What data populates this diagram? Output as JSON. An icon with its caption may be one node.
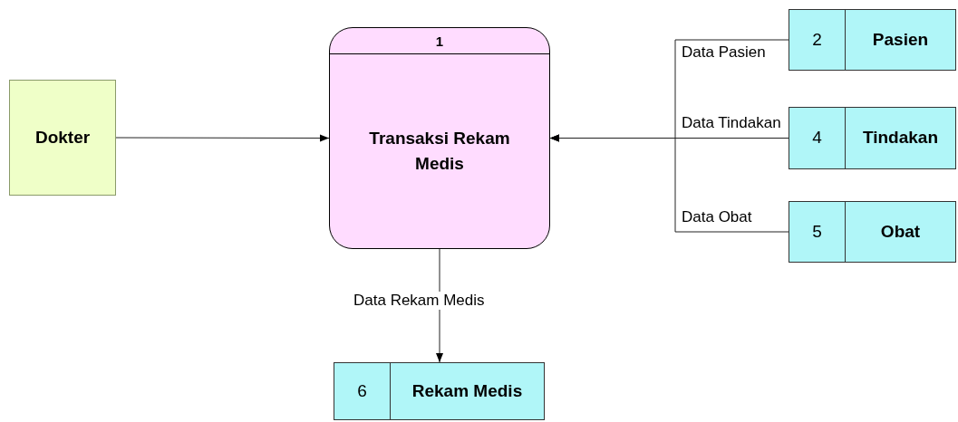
{
  "diagram": {
    "nodes": [
      {
        "text": [
          "Dokter"
        ]
      },
      {
        "text": [
          "1",
          "Transaksi Rekam Medis"
        ]
      },
      {
        "text": [
          "2",
          "Pasien"
        ]
      },
      {
        "text": [
          "4",
          "Tindakan"
        ]
      },
      {
        "text": [
          "5",
          "Obat"
        ]
      },
      {
        "text": [
          "6",
          "Rekam Medis"
        ]
      }
    ],
    "edges": [
      {
        "from": 0,
        "to": 1,
        "arrow": "to"
      },
      {
        "from": 2,
        "to": 1,
        "arrow": "to",
        "label": "Data Pasien"
      },
      {
        "from": 3,
        "to": 1,
        "arrow": "to",
        "label": "Data Tindakan"
      },
      {
        "from": 4,
        "to": 1,
        "arrow": "to",
        "label": "Data Obat"
      },
      {
        "from": 1,
        "to": 5,
        "arrow": "to",
        "label": "Data Rekam Medis"
      }
    ]
  }
}
